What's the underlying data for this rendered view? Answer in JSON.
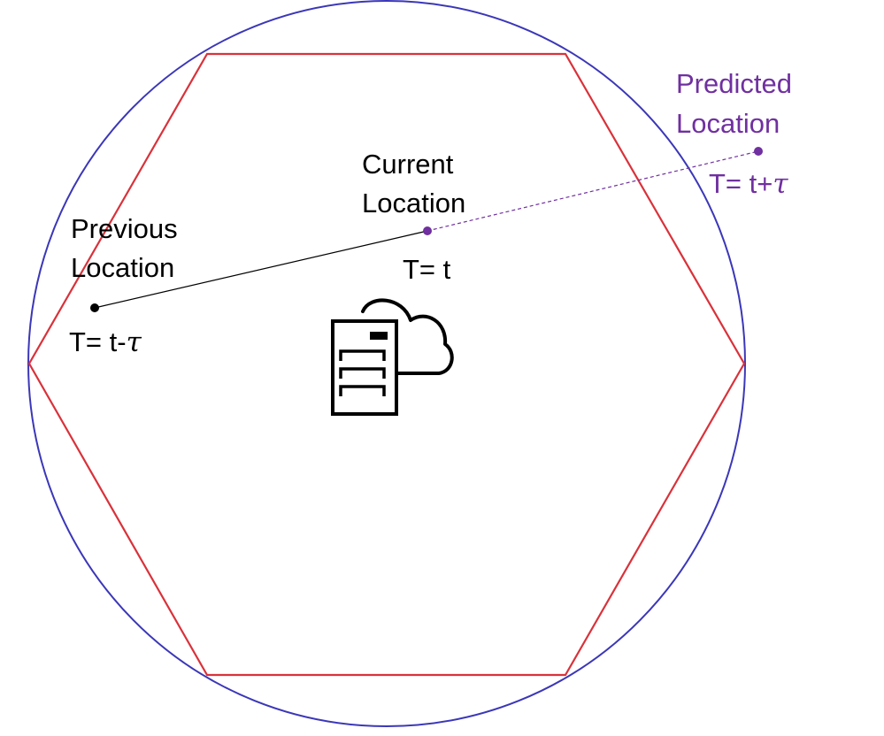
{
  "labels": {
    "previous": {
      "line1": "Previous",
      "line2": "Location",
      "time_prefix": "T= t-",
      "time_symbol": "τ"
    },
    "current": {
      "line1": "Current",
      "line2": "Location",
      "time": "T= t"
    },
    "predicted": {
      "line1": "Predicted",
      "line2": "Location",
      "time_prefix": "T= t+",
      "time_symbol": "τ"
    }
  },
  "colors": {
    "circle": "#3b37b8",
    "hexagon": "#d9323a",
    "known_path": "#000000",
    "predicted_path": "#7030a0",
    "predicted_text": "#7030a0",
    "text": "#000000"
  },
  "icons": {
    "base_station": "server-with-cloud-icon"
  }
}
